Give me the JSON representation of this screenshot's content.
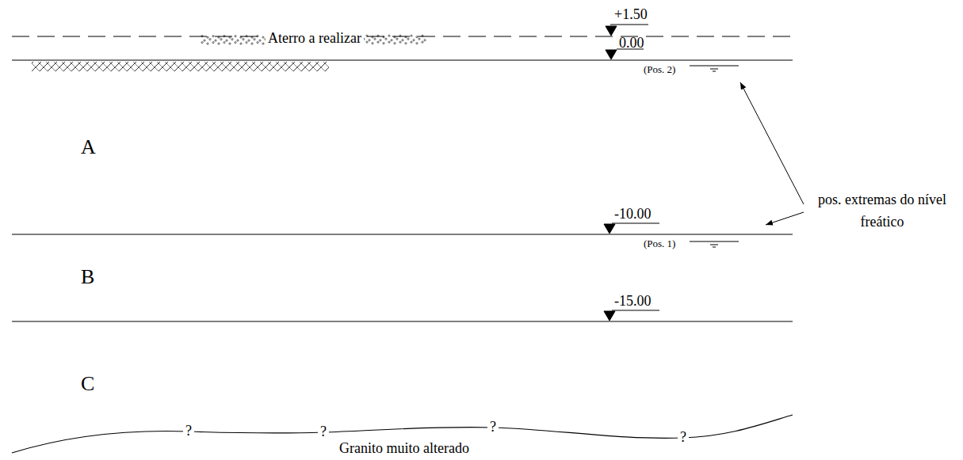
{
  "diagram": {
    "labels": [
      "+1.50",
      "0.00",
      "Aterro a realizar",
      "(Pos. 2)",
      "A",
      "-10.00",
      "(Pos. 1)",
      "B",
      "-15.00",
      "C",
      "?",
      "?",
      "?",
      "?",
      "Granito muito alterado",
      "pos. extremas do nível freático"
    ]
  }
}
